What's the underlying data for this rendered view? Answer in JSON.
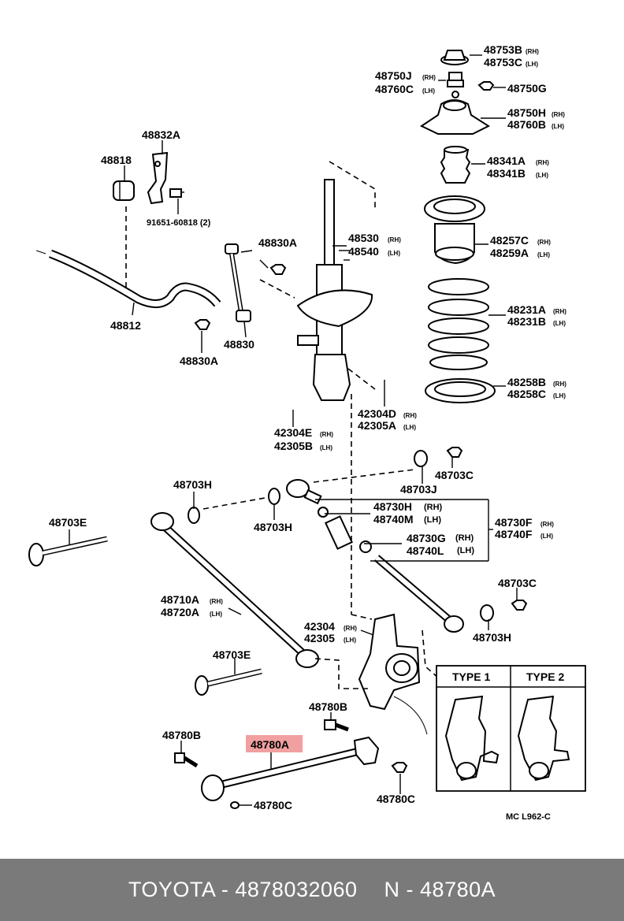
{
  "labels": {
    "p48753b": "48753B",
    "p48753c": "48753C",
    "p48750j": "48750J",
    "p48760c": "48760C",
    "p48750g": "48750G",
    "p48750h": "48750H",
    "p48760b": "48760B",
    "p48832a": "48832A",
    "p48818": "48818",
    "p91651": "91651-60818 (2)",
    "p48830a_top": "48830A",
    "p48530": "48530",
    "p48540": "48540",
    "p48341a": "48341A",
    "p48341b": "48341B",
    "p48257c": "48257C",
    "p48259a": "48259A",
    "p48812": "48812",
    "p48830": "48830",
    "p48830a_bottom": "48830A",
    "p48231a": "48231A",
    "p48231b": "48231B",
    "p48258b": "48258B",
    "p48258c": "48258C",
    "p42304d": "42304D",
    "p42305a": "42305A",
    "p42304e": "42304E",
    "p42305b": "42305B",
    "p48703c_top": "48703C",
    "p48703j": "48703J",
    "p48703h_top": "48703H",
    "p48703h_mid": "48703H",
    "p48730h": "48730H",
    "p48740m": "48740M",
    "p48730f": "48730F",
    "p48740f": "48740F",
    "p48730g": "48730G",
    "p48740l": "48740L",
    "p48703e_left": "48703E",
    "p48710a": "48710A",
    "p48720a": "48720A",
    "p48703c_right": "48703C",
    "p48703h_right": "48703H",
    "p42304": "42304",
    "p42305": "42305",
    "p48703e_mid": "48703E",
    "p48780b_right": "48780B",
    "p48780b_left": "48780B",
    "p48780a": "48780A",
    "p48780c_bottom": "48780C",
    "p48780c_right": "48780C",
    "code": "MC  L962-C"
  },
  "sides": {
    "rh": "(RH)",
    "lh": "(LH)",
    "rh_paren": "(RH)",
    "lh_paren": "(LH)"
  },
  "types": {
    "type1": "TYPE  1",
    "type2": "TYPE  2"
  },
  "highlight": {
    "part": "48780A",
    "color": "#f0a0a0"
  },
  "footer": {
    "brand": "TOYOTA - 4878032060",
    "part": "N - 48780A",
    "bg_color": "#7a7a7a"
  }
}
